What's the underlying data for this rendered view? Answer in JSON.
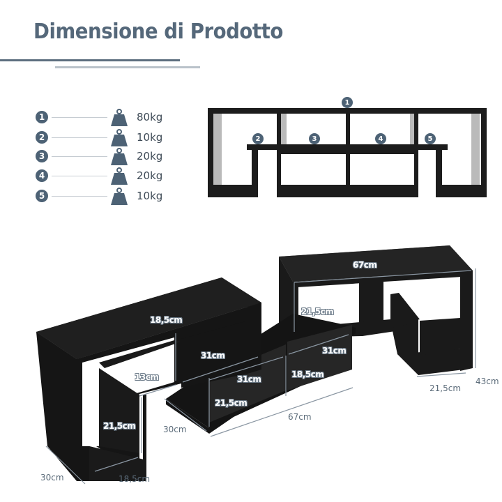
{
  "header": {
    "title": "Dimensione di Prodotto"
  },
  "legend": {
    "items": [
      {
        "number": "1",
        "icon": "weight-icon",
        "load": "80kg"
      },
      {
        "number": "2",
        "icon": "weight-icon",
        "load": "10kg"
      },
      {
        "number": "3",
        "icon": "weight-icon",
        "load": "20kg"
      },
      {
        "number": "4",
        "icon": "weight-icon",
        "load": "20kg"
      },
      {
        "number": "5",
        "icon": "weight-icon",
        "load": "10kg"
      }
    ]
  },
  "front_view": {
    "badges": [
      "1",
      "2",
      "3",
      "4",
      "5"
    ]
  },
  "dimensions": {
    "top_unit_width": "67cm",
    "top_unit_inner_height": "21,5cm",
    "top_unit_right_depth": "21,5cm",
    "total_height": "43cm",
    "left_unit_inner_top": "18,5cm",
    "left_unit_shelf_width": "31cm",
    "left_unit_shelf_height": "13cm",
    "left_unit_lower_height": "21,5cm",
    "left_unit_depth": "30cm",
    "left_unit_base_width": "18,5cm",
    "mid_unit_inner_width_a": "31cm",
    "mid_unit_inner_width_b": "31cm",
    "mid_unit_inner_height_a": "21,5cm",
    "mid_unit_inner_height_b": "18,5cm",
    "mid_unit_depth": "30cm",
    "mid_unit_length": "67cm"
  },
  "colors": {
    "accent": "#4d6275",
    "title": "#55687a",
    "furniture": "#1a1a1a",
    "dimension_line": "#6b7a88"
  }
}
